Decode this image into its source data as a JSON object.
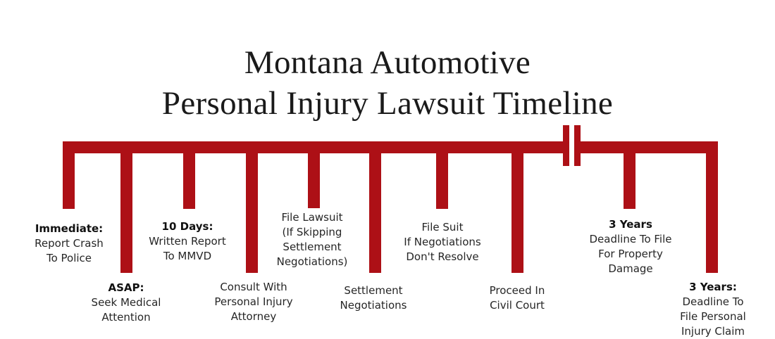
{
  "title": {
    "line1": "Montana Automotive",
    "line2": "Personal Injury Lawsuit Timeline"
  },
  "colors": {
    "bar": "#ad1016",
    "text": "#262626",
    "title": "#1a1a1a"
  },
  "timeline": {
    "events": [
      {
        "heading": "Immediate:",
        "lines": [
          "Report Crash",
          "To Police"
        ]
      },
      {
        "heading": "ASAP:",
        "lines": [
          "Seek Medical",
          "Attention"
        ]
      },
      {
        "heading": "10 Days:",
        "lines": [
          "Written Report",
          "To MMVD"
        ]
      },
      {
        "heading": "",
        "lines": [
          "Consult With",
          "Personal Injury",
          "Attorney"
        ]
      },
      {
        "heading": "",
        "lines": [
          "File Lawsuit",
          "(If Skipping",
          "Settlement",
          "Negotiations)"
        ]
      },
      {
        "heading": "",
        "lines": [
          "Settlement",
          "Negotiations"
        ]
      },
      {
        "heading": "",
        "lines": [
          "File Suit",
          "If Negotiations",
          "Don't Resolve"
        ]
      },
      {
        "heading": "",
        "lines": [
          "Proceed In",
          "Civil Court"
        ]
      },
      {
        "heading": "3 Years",
        "lines": [
          "Deadline To File",
          "For Property",
          "Damage"
        ]
      },
      {
        "heading": "3 Years:",
        "lines": [
          "Deadline To",
          "File Personal",
          "Injury Claim"
        ]
      }
    ],
    "break_marker": "time-gap"
  }
}
